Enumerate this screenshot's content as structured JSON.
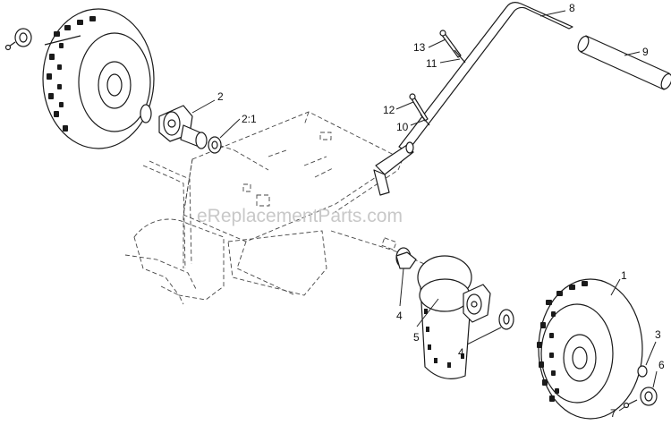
{
  "watermark": "eReplacementParts.com",
  "callouts": [
    {
      "id": "1",
      "label": "1"
    },
    {
      "id": "2",
      "label": "2"
    },
    {
      "id": "2-1",
      "label": "2:1"
    },
    {
      "id": "3",
      "label": "3"
    },
    {
      "id": "4a",
      "label": "4"
    },
    {
      "id": "4b",
      "label": "4"
    },
    {
      "id": "5",
      "label": "5"
    },
    {
      "id": "6",
      "label": "6"
    },
    {
      "id": "7",
      "label": "7"
    },
    {
      "id": "8",
      "label": "8"
    },
    {
      "id": "9",
      "label": "9"
    },
    {
      "id": "10",
      "label": "10"
    },
    {
      "id": "11",
      "label": "11"
    },
    {
      "id": "12",
      "label": "12"
    },
    {
      "id": "13",
      "label": "13"
    }
  ]
}
